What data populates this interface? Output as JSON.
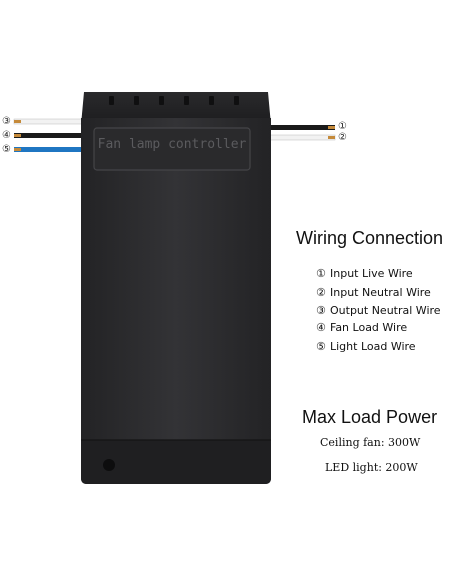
{
  "device": {
    "label": "Fan lamp controller"
  },
  "wires_left": [
    {
      "num": "③",
      "color": "#f2f2f2"
    },
    {
      "num": "④",
      "color": "#1a1a1a"
    },
    {
      "num": "⑤",
      "color": "#1f76c2"
    }
  ],
  "wires_right": [
    {
      "num": "①",
      "color": "#1a1a1a"
    },
    {
      "num": "②",
      "color": "#f2f2f2"
    }
  ],
  "wiring": {
    "title": "Wiring Connection",
    "items": [
      {
        "num": "①",
        "label": "Input Live Wire"
      },
      {
        "num": "②",
        "label": "Input Neutral Wire"
      },
      {
        "num": "③",
        "label": "Output Neutral Wire"
      },
      {
        "num": "④",
        "label": "Fan Load Wire"
      },
      {
        "num": "⑤",
        "label": "Light Load Wire"
      }
    ]
  },
  "load": {
    "title": "Max Load Power",
    "ceiling_fan": "Ceiling fan: 300W",
    "led_light": "LED light: 200W"
  },
  "colors": {
    "body": "#2c2c2e",
    "body_dark": "#1e1e20",
    "copper": "#c58a3a"
  }
}
